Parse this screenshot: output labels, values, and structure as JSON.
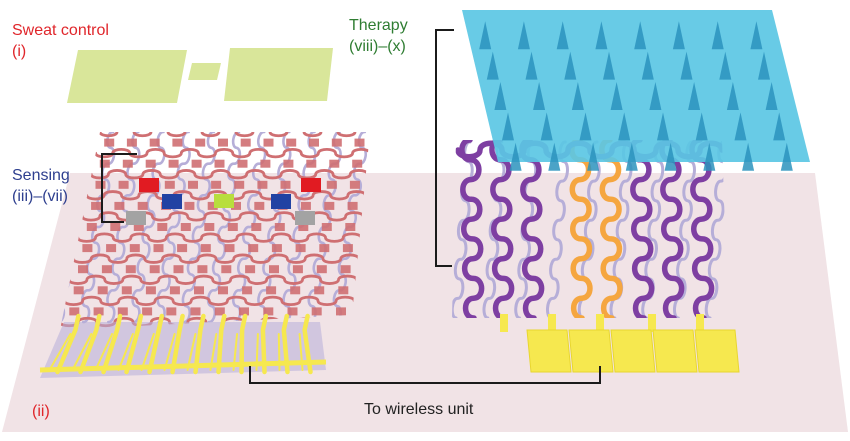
{
  "labels": {
    "sweat_title": "Sweat control",
    "sweat_index": "(i)",
    "sensing_title": "Sensing",
    "sensing_index": "(iii)–(vii)",
    "therapy_title": "Therapy",
    "therapy_index": "(viii)–(x)",
    "substrate_index": "(ii)",
    "wireless": "To wireless unit"
  },
  "colors": {
    "sweat_label": "#e0262b",
    "sensing_label": "#2e3f8f",
    "therapy_label": "#2f7d32",
    "substrate_label": "#e0262b",
    "text_dark": "#222222",
    "substrate": "#f1e3e6",
    "sweat_pads": "#d9e69a",
    "mesh_red": "#cf6f72",
    "mesh_lavender": "#b6aed8",
    "mesh_purple": "#7e3fa2",
    "heater_orange": "#f5a640",
    "microneedle_patch": "#5bc7e4",
    "microneedle": "#2c93bd",
    "electrodes_yellow": "#f6e84f",
    "sensor_red": "#e11b22",
    "sensor_blue": "#2142a3",
    "sensor_green": "#b8de3d",
    "sensor_gray": "#a3a3a3",
    "bracket": "#1b1b1b"
  }
}
